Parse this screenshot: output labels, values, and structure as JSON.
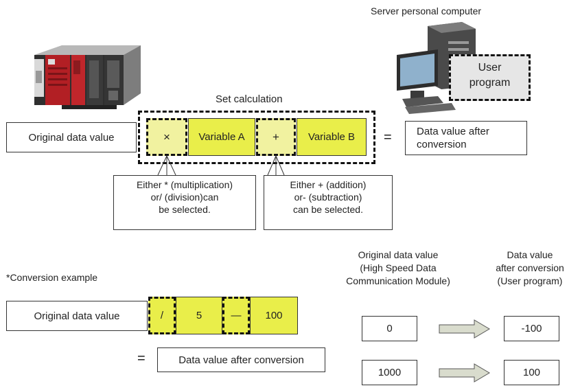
{
  "server_label": "Server personal computer",
  "user_program": {
    "line1": "User",
    "line2": "program"
  },
  "set_calculation_label": "Set calculation",
  "formula": {
    "original": "Original data value",
    "op1": "×",
    "variable_a": "Variable A",
    "op2": "+",
    "variable_b": "Variable B",
    "equals": "=",
    "result_line1": "Data value after",
    "result_line2": "conversion"
  },
  "callout_left": {
    "line1": "Either * (multiplication)",
    "line2": "or/ (division)can",
    "line3": "be selected."
  },
  "callout_right": {
    "line1": "Either + (addition)",
    "line2": "or- (subtraction)",
    "line3": "can be selected."
  },
  "example": {
    "title": "*Conversion example",
    "original": "Original data value",
    "op1": "/",
    "value1": "5",
    "op2": "—",
    "value2": "100",
    "equals": "=",
    "result": "Data value after conversion"
  },
  "table": {
    "col1_line1": "Original data value",
    "col1_line2": "(High Speed Data",
    "col1_line3": "Communication Module)",
    "col2_line1": "Data value",
    "col2_line2": "after conversion",
    "col2_line3": "(User program)",
    "rows": [
      {
        "input": "0",
        "output": "-100"
      },
      {
        "input": "1000",
        "output": "100"
      }
    ]
  },
  "colors": {
    "yellow": "#e9ee4a",
    "light_yellow": "#f1f2a0",
    "arrow": "#d9dccd"
  }
}
